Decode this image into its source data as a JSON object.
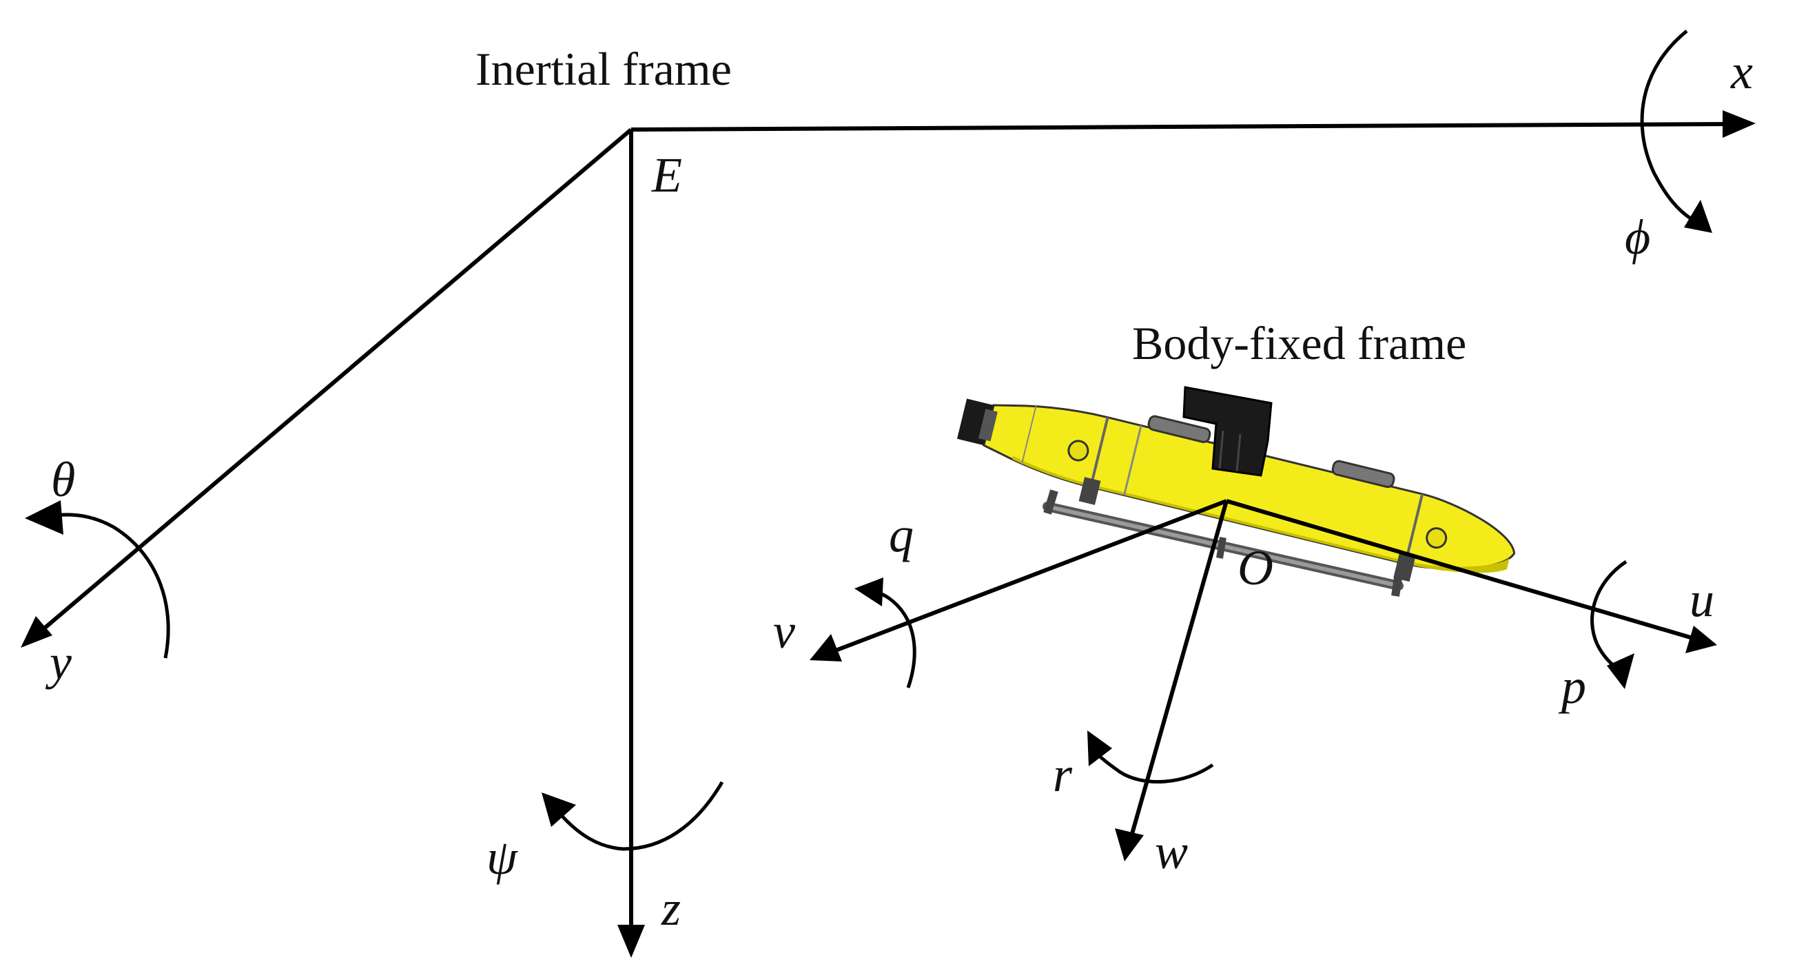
{
  "frames": {
    "inertial": "Inertial frame",
    "body": "Body-fixed frame"
  },
  "origins": {
    "inertial": "E",
    "body": "O"
  },
  "inertial_axes": {
    "x": "x",
    "y": "y",
    "z": "z"
  },
  "inertial_rotations": {
    "roll": "ϕ",
    "pitch": "θ",
    "yaw": "ψ"
  },
  "body_velocities": {
    "surge": "u",
    "sway": "v",
    "heave": "w"
  },
  "body_rates": {
    "roll": "p",
    "pitch": "q",
    "yaw": "r"
  },
  "colors": {
    "lines": "#000000",
    "vehicle_hull": "#f4ec1a",
    "vehicle_hull_shade": "#c9c000",
    "vehicle_fittings": "#1a1a1a"
  }
}
